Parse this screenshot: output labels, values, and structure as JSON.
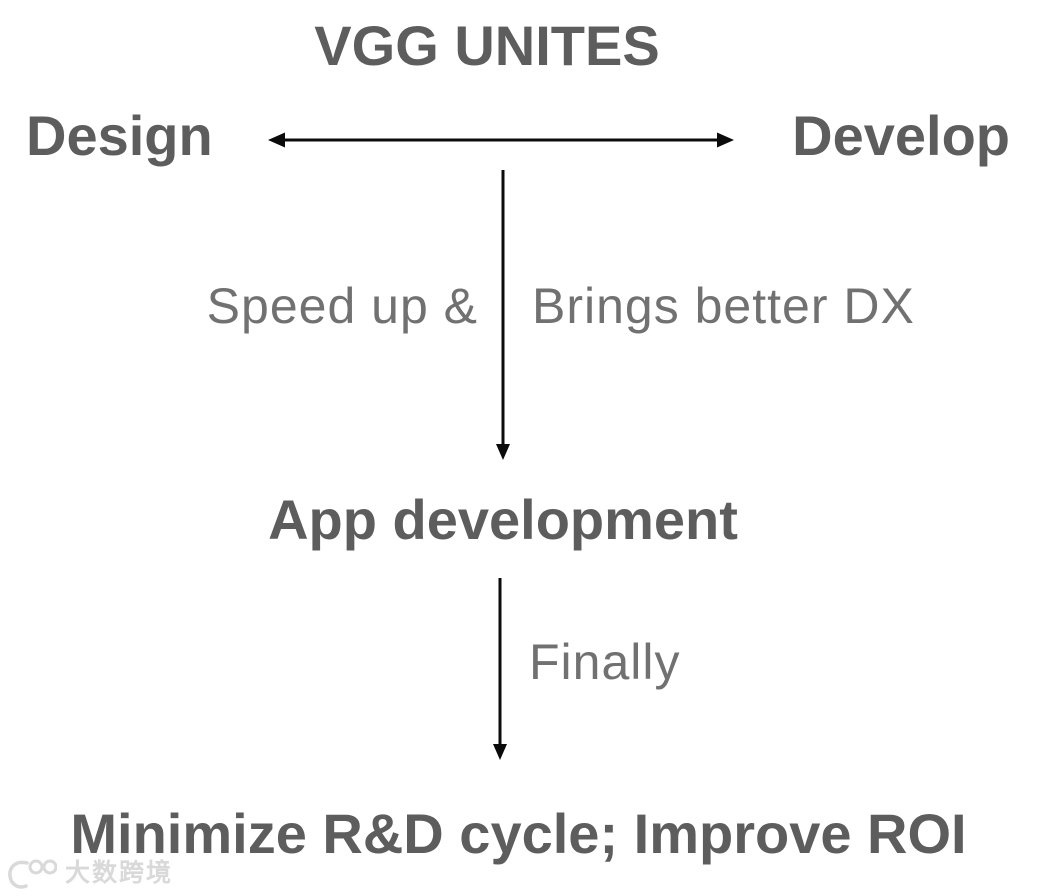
{
  "colors": {
    "background": "#ffffff",
    "bold_text": "#5d5d5d",
    "light_text": "#717171",
    "arrow": "#0b0b0b",
    "watermark": "#d9d9d9"
  },
  "diagram": {
    "title": "VGG UNITES",
    "design_node": "Design",
    "develop_node": "Develop",
    "speed_label": "Speed up &",
    "dx_label": "Brings better DX",
    "app_node": "App development",
    "finally_label": "Finally",
    "result_node": "Minimize R&D cycle; Improve ROI"
  },
  "watermark": {
    "logo": "100",
    "brand": "大数跨境"
  }
}
